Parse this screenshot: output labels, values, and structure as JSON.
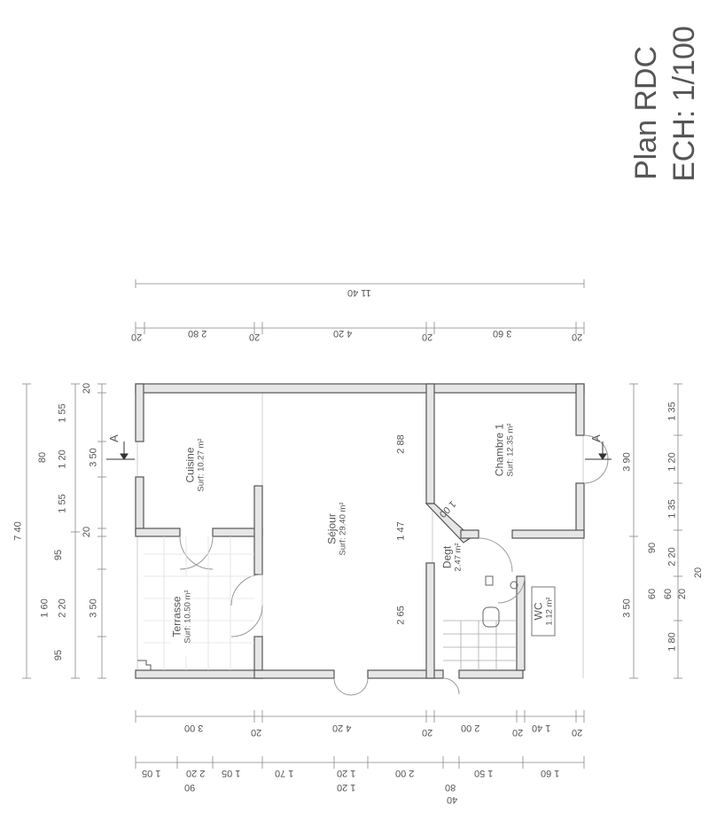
{
  "title": {
    "line1": "Plan RDC",
    "line2": "ECH: 1/100"
  },
  "section_marker": "A",
  "rooms": {
    "cuisine": {
      "name": "Cuisine",
      "surface": "Surf: 10.27 m²"
    },
    "sejour": {
      "name": "Séjour",
      "surface": "Surf: 29.40 m²"
    },
    "chambre": {
      "name": "Chambre 1",
      "surface": "Surf: 12.35 m²"
    },
    "terrasse": {
      "name": "Terrasse",
      "surface": "Surf: 10.50 m²"
    },
    "degt": {
      "name": "Degt",
      "surface": "2.47 m²"
    },
    "wc": {
      "name": "WC",
      "surface": "1.12 m²"
    }
  },
  "top_dims": {
    "overall": "11 40",
    "row": [
      "20",
      "2 80",
      "20",
      "4 20",
      "20",
      "3 60",
      "20"
    ]
  },
  "bottom_dims": {
    "row1": [
      "3 00",
      "20",
      "4 20",
      "20",
      "2 00",
      "20",
      "1 40",
      "20"
    ],
    "row2": [
      "1 05",
      "2 20",
      "1 05",
      "1 70",
      "1 20",
      "2 00",
      "1 50",
      "1 60"
    ],
    "row2_sub": [
      "90",
      "1 20",
      "80",
      "40"
    ]
  },
  "left_dims": {
    "overall": "7 40",
    "outer": [
      "3 50",
      "3 50"
    ],
    "inner": [
      "20",
      "1 55",
      "1 20",
      "1 55",
      "20",
      "95",
      "2 20",
      "95"
    ],
    "extra": [
      "80",
      "1 60"
    ]
  },
  "right_dims": {
    "outer": [
      "3 90",
      "3 50"
    ],
    "inner": [
      "1 35",
      "1 20",
      "1 35",
      "2 20",
      "1 80"
    ],
    "extra": [
      "90",
      "60",
      "60",
      "20",
      "20"
    ]
  },
  "interior_dims": [
    "2 88",
    "1 47",
    "2 65",
    "1 00"
  ]
}
